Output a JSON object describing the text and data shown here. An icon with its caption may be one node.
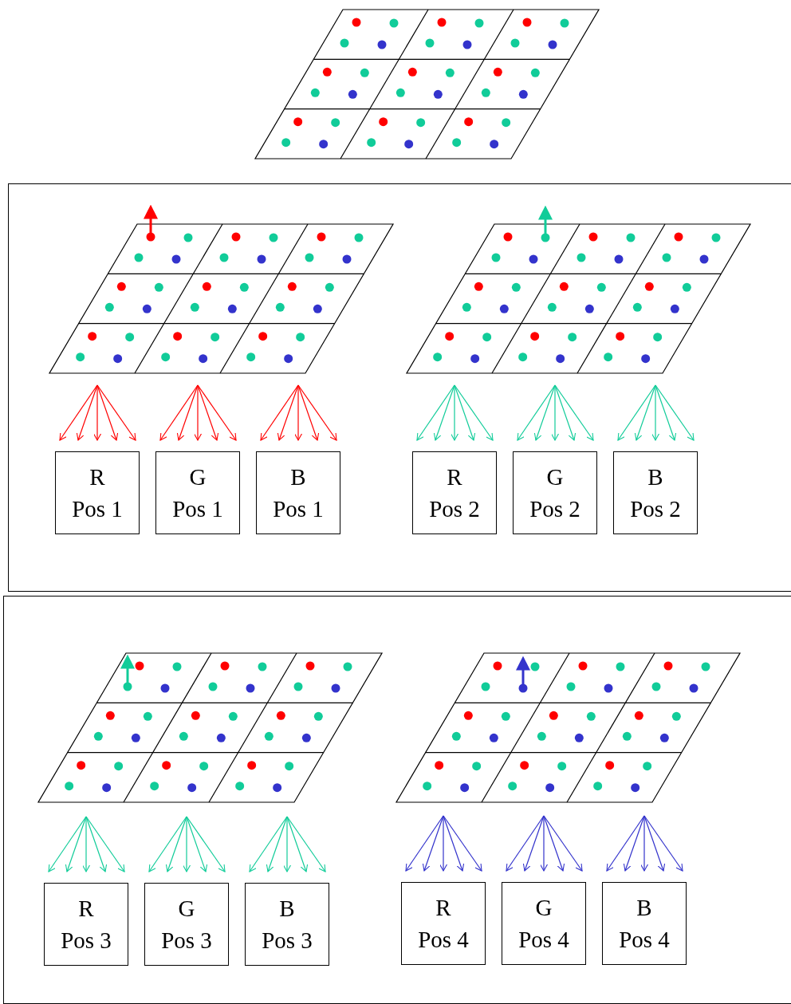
{
  "diagram": {
    "nodes": [
      {
        "text": [],
        "shape": "box"
      },
      {
        "text": [
          "R",
          "Pos 1"
        ],
        "in": 0
      },
      {
        "text": [
          "G",
          "Pos 1"
        ],
        "in": 0
      },
      {
        "text": [
          "B",
          "Pos 1"
        ],
        "in": 0
      },
      {
        "text": [
          "R",
          "Pos 2"
        ],
        "in": 0
      },
      {
        "text": [
          "G",
          "Pos 2"
        ],
        "in": 0
      },
      {
        "text": [
          "B",
          "Pos 2"
        ],
        "in": 0
      },
      {
        "text": [],
        "shape": "box"
      },
      {
        "text": [
          "R",
          "Pos 3"
        ],
        "in": 7
      },
      {
        "text": [
          "G",
          "Pos 3"
        ],
        "in": 7
      },
      {
        "text": [
          "B",
          "Pos 3"
        ],
        "in": 7
      },
      {
        "text": [
          "R",
          "Pos 4"
        ],
        "in": 7
      },
      {
        "text": [
          "G",
          "Pos 4"
        ],
        "in": 7
      },
      {
        "text": [
          "B",
          "Pos 4"
        ],
        "in": 7
      }
    ]
  }
}
